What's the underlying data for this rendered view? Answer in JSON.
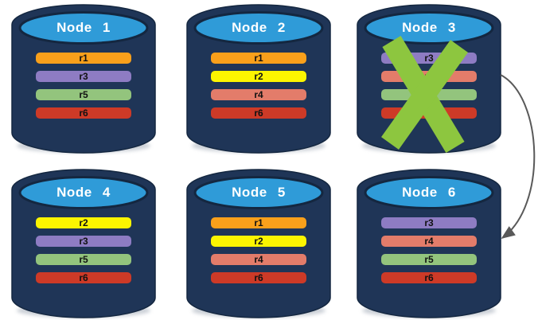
{
  "palette": {
    "cylinder_body": "#1F3557",
    "cylinder_outline": "#142740",
    "cylinder_top_fill": "#2F9BD8",
    "title_color": "#FFFFFF",
    "record_label_color": "#111111",
    "failure_cross_color": "#8DC63F",
    "arrow_color": "#595959",
    "record_colors": {
      "r1": "#F9A01B",
      "r2": "#FCF500",
      "r3": "#8E7CC3",
      "r4": "#E37C6A",
      "r5": "#93C47D",
      "r6": "#CD3A27"
    }
  },
  "nodes": [
    {
      "id": "node-1",
      "label": "Node 1",
      "failed": false,
      "records": [
        "r1",
        "r3",
        "r5",
        "r6"
      ]
    },
    {
      "id": "node-2",
      "label": "Node 2",
      "failed": false,
      "records": [
        "r1",
        "r2",
        "r4",
        "r6"
      ]
    },
    {
      "id": "node-3",
      "label": "Node 3",
      "failed": true,
      "records": [
        "r3",
        "r4",
        "r5",
        "r6"
      ]
    },
    {
      "id": "node-4",
      "label": "Node 4",
      "failed": false,
      "records": [
        "r2",
        "r3",
        "r5",
        "r6"
      ]
    },
    {
      "id": "node-5",
      "label": "Node 5",
      "failed": false,
      "records": [
        "r1",
        "r2",
        "r4",
        "r6"
      ]
    },
    {
      "id": "node-6",
      "label": "Node 6",
      "failed": false,
      "records": [
        "r3",
        "r4",
        "r5",
        "r6"
      ]
    }
  ],
  "arrow": {
    "from": "node-3",
    "to": "node-6"
  }
}
